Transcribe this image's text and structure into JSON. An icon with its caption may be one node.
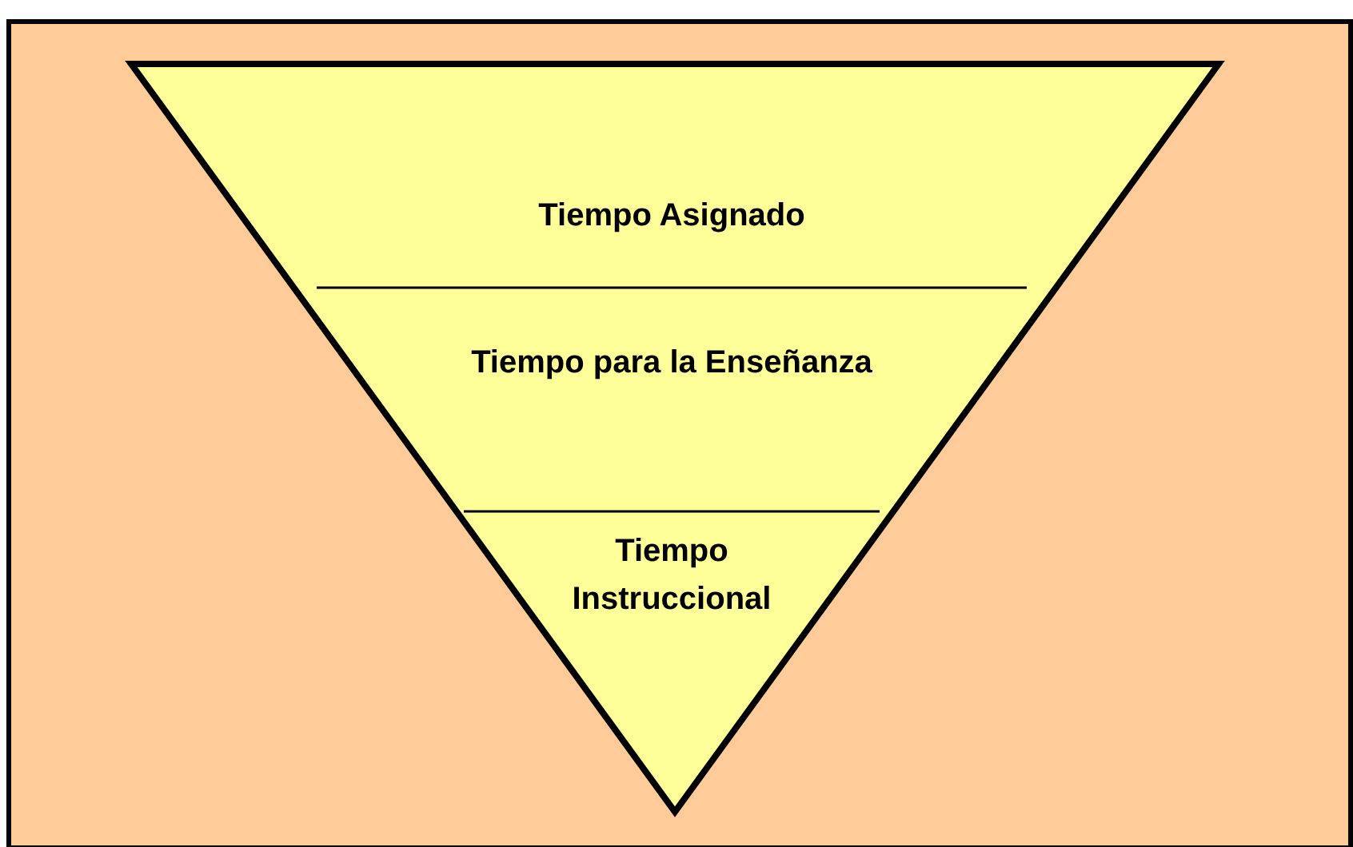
{
  "diagram": {
    "nodes": [
      {
        "text": [
          "Tiempo Asignado"
        ]
      },
      {
        "text": [
          "Tiempo para la Enseñanza"
        ]
      },
      {
        "text": [
          "Tiempo Instruccional"
        ]
      }
    ]
  }
}
